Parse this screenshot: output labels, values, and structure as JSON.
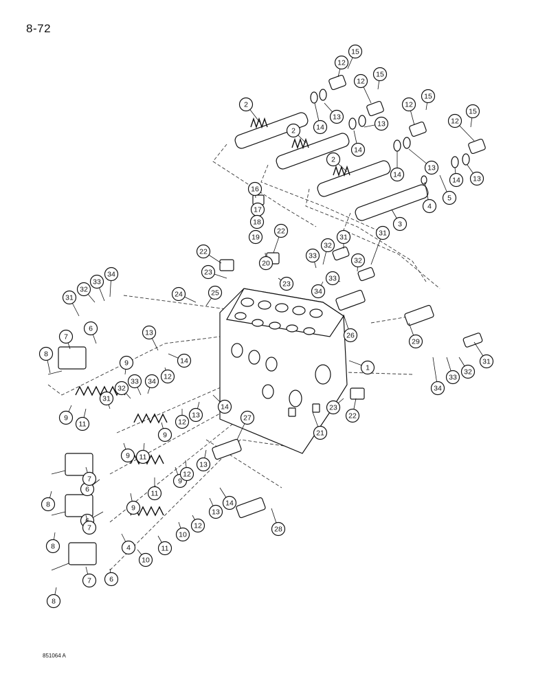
{
  "page": {
    "number": "8-72",
    "figure_code": "851064 A"
  },
  "callouts": [
    {
      "id": "c1",
      "label": "1"
    },
    {
      "id": "c2a",
      "label": "2"
    },
    {
      "id": "c2b",
      "label": "2"
    },
    {
      "id": "c2c",
      "label": "2"
    },
    {
      "id": "c3",
      "label": "3"
    },
    {
      "id": "c4a",
      "label": "4"
    },
    {
      "id": "c4b",
      "label": "4"
    },
    {
      "id": "c5",
      "label": "5"
    },
    {
      "id": "c6a",
      "label": "6"
    },
    {
      "id": "c6b",
      "label": "6"
    },
    {
      "id": "c6c",
      "label": "6"
    },
    {
      "id": "c6d",
      "label": "6"
    },
    {
      "id": "c7a",
      "label": "7"
    },
    {
      "id": "c7b",
      "label": "7"
    },
    {
      "id": "c7c",
      "label": "7"
    },
    {
      "id": "c7d",
      "label": "7"
    },
    {
      "id": "c8a",
      "label": "8"
    },
    {
      "id": "c8b",
      "label": "8"
    },
    {
      "id": "c8c",
      "label": "8"
    },
    {
      "id": "c8d",
      "label": "8"
    },
    {
      "id": "c9a",
      "label": "9"
    },
    {
      "id": "c9b",
      "label": "9"
    },
    {
      "id": "c9c",
      "label": "9"
    },
    {
      "id": "c9d",
      "label": "9"
    },
    {
      "id": "c9e",
      "label": "9"
    },
    {
      "id": "c9f",
      "label": "9"
    },
    {
      "id": "c10a",
      "label": "10"
    },
    {
      "id": "c10b",
      "label": "10"
    },
    {
      "id": "c11a",
      "label": "11"
    },
    {
      "id": "c11b",
      "label": "11"
    },
    {
      "id": "c11c",
      "label": "11"
    },
    {
      "id": "c11d",
      "label": "11"
    },
    {
      "id": "c12a",
      "label": "12"
    },
    {
      "id": "c12b",
      "label": "12"
    },
    {
      "id": "c12c",
      "label": "12"
    },
    {
      "id": "c12d",
      "label": "12"
    },
    {
      "id": "c12e",
      "label": "12"
    },
    {
      "id": "c12f",
      "label": "12"
    },
    {
      "id": "c12g",
      "label": "12"
    },
    {
      "id": "c12h",
      "label": "12"
    },
    {
      "id": "c13a",
      "label": "13"
    },
    {
      "id": "c13b",
      "label": "13"
    },
    {
      "id": "c13c",
      "label": "13"
    },
    {
      "id": "c13d",
      "label": "13"
    },
    {
      "id": "c13e",
      "label": "13"
    },
    {
      "id": "c13f",
      "label": "13"
    },
    {
      "id": "c13g",
      "label": "13"
    },
    {
      "id": "c13h",
      "label": "13"
    },
    {
      "id": "c14a",
      "label": "14"
    },
    {
      "id": "c14b",
      "label": "14"
    },
    {
      "id": "c14c",
      "label": "14"
    },
    {
      "id": "c14d",
      "label": "14"
    },
    {
      "id": "c14e",
      "label": "14"
    },
    {
      "id": "c14f",
      "label": "14"
    },
    {
      "id": "c14g",
      "label": "14"
    },
    {
      "id": "c15a",
      "label": "15"
    },
    {
      "id": "c15b",
      "label": "15"
    },
    {
      "id": "c15c",
      "label": "15"
    },
    {
      "id": "c15d",
      "label": "15"
    },
    {
      "id": "c16",
      "label": "16"
    },
    {
      "id": "c17",
      "label": "17"
    },
    {
      "id": "c18",
      "label": "18"
    },
    {
      "id": "c19",
      "label": "19"
    },
    {
      "id": "c20",
      "label": "20"
    },
    {
      "id": "c21",
      "label": "21"
    },
    {
      "id": "c22a",
      "label": "22"
    },
    {
      "id": "c22b",
      "label": "22"
    },
    {
      "id": "c22c",
      "label": "22"
    },
    {
      "id": "c23a",
      "label": "23"
    },
    {
      "id": "c23b",
      "label": "23"
    },
    {
      "id": "c23c",
      "label": "23"
    },
    {
      "id": "c24",
      "label": "24"
    },
    {
      "id": "c25",
      "label": "25"
    },
    {
      "id": "c26",
      "label": "26"
    },
    {
      "id": "c27",
      "label": "27"
    },
    {
      "id": "c28",
      "label": "28"
    },
    {
      "id": "c29",
      "label": "29"
    },
    {
      "id": "c31a",
      "label": "31"
    },
    {
      "id": "c31b",
      "label": "31"
    },
    {
      "id": "c31c",
      "label": "31"
    },
    {
      "id": "c31d",
      "label": "31"
    },
    {
      "id": "c31e",
      "label": "31"
    },
    {
      "id": "c32a",
      "label": "32"
    },
    {
      "id": "c32b",
      "label": "32"
    },
    {
      "id": "c32c",
      "label": "32"
    },
    {
      "id": "c32d",
      "label": "32"
    },
    {
      "id": "c32e",
      "label": "32"
    },
    {
      "id": "c33a",
      "label": "33"
    },
    {
      "id": "c33b",
      "label": "33"
    },
    {
      "id": "c33c",
      "label": "33"
    },
    {
      "id": "c33d",
      "label": "33"
    },
    {
      "id": "c33e",
      "label": "33"
    },
    {
      "id": "c34a",
      "label": "34"
    },
    {
      "id": "c34b",
      "label": "34"
    },
    {
      "id": "c34c",
      "label": "34"
    },
    {
      "id": "c34d",
      "label": "34"
    }
  ]
}
